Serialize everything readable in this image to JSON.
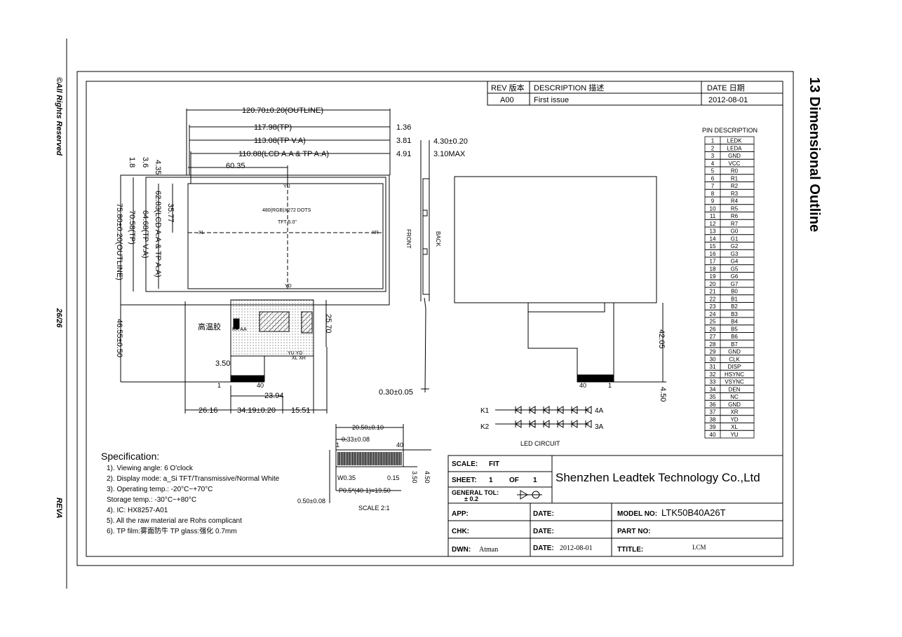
{
  "side": {
    "rights": "©All Rights Reserved",
    "page": "26/26",
    "rev": "REVA"
  },
  "section_title": "13 Dimensional Outline",
  "rev_table": {
    "h_rev": "REV 版本",
    "h_desc": "DESCRIPTION 描述",
    "h_date": "DATE 日期",
    "rev": "A00",
    "desc": "First issue",
    "date": "2012-08-01"
  },
  "dims": {
    "outline_w": "120.70±0.20(OUTLINE)",
    "tp": "117.98(TP)",
    "tp_va": "113.08(TP V.A)",
    "lcd_aa": "110.88(LCD A.A & TP A.A)",
    "d1_36": "1.36",
    "d3_81": "3.81",
    "d4_91": "4.91",
    "d60_35": "60.35",
    "outline_h": "75.80±0.20(OUTLINE)",
    "h70_58": "70.58(TP)",
    "h64_68": "64.68(TP V.A)",
    "h62_83": "62.83(LCD A.A & TP A.A)",
    "h35_77": "35.77",
    "h4_35": "4.35",
    "h3_6": "3.6",
    "h1_8": "1.8",
    "h46_55": "46.55±0.50",
    "h3_50": "3.50",
    "h25_70": "25.70",
    "w23_94": "23.94",
    "w26_16": "26.16",
    "w34_19": "34.19±0.20",
    "w15_51": "15.51",
    "t4_30": "4.30±0.20",
    "t3_10": "3.10MAX",
    "t0_30": "0.30±0.05",
    "r42_05": "42.05",
    "r4_50": "4.50"
  },
  "panel": {
    "yu": "YU",
    "yd": "YD",
    "xl": "XL",
    "xr": "XR",
    "res": "480(RGB)X272 DOTS",
    "tft": "TFT 5.0\"",
    "front": "FRONT",
    "back": "BACK",
    "label_cn": "高温胶",
    "yuyd": "YU YD",
    "xlxr": "XL XR",
    "kraa": "KR AA",
    "p1": "1",
    "p40": "40",
    "rp40": "40",
    "rp1": "1"
  },
  "pins": {
    "title": "PIN DESCRIPTION",
    "rows": [
      [
        "1",
        "LEDK"
      ],
      [
        "2",
        "LEDA"
      ],
      [
        "3",
        "GND"
      ],
      [
        "4",
        "VCC"
      ],
      [
        "5",
        "R0"
      ],
      [
        "6",
        "R1"
      ],
      [
        "7",
        "R2"
      ],
      [
        "8",
        "R3"
      ],
      [
        "9",
        "R4"
      ],
      [
        "10",
        "R5"
      ],
      [
        "11",
        "R6"
      ],
      [
        "12",
        "R7"
      ],
      [
        "13",
        "G0"
      ],
      [
        "14",
        "G1"
      ],
      [
        "15",
        "G2"
      ],
      [
        "16",
        "G3"
      ],
      [
        "17",
        "G4"
      ],
      [
        "18",
        "G5"
      ],
      [
        "19",
        "G6"
      ],
      [
        "20",
        "G7"
      ],
      [
        "21",
        "B0"
      ],
      [
        "22",
        "B1"
      ],
      [
        "23",
        "B2"
      ],
      [
        "24",
        "B3"
      ],
      [
        "25",
        "B4"
      ],
      [
        "26",
        "B5"
      ],
      [
        "27",
        "B6"
      ],
      [
        "28",
        "B7"
      ],
      [
        "29",
        "GND"
      ],
      [
        "30",
        "CLK"
      ],
      [
        "31",
        "DISP"
      ],
      [
        "32",
        "HSYNC"
      ],
      [
        "33",
        "VSYNC"
      ],
      [
        "34",
        "DEN"
      ],
      [
        "35",
        "NC"
      ],
      [
        "36",
        "GND"
      ],
      [
        "37",
        "XR"
      ],
      [
        "38",
        "YD"
      ],
      [
        "39",
        "XL"
      ],
      [
        "40",
        "YU"
      ]
    ]
  },
  "led": {
    "k1": "K1",
    "k2": "K2",
    "a4": "4A",
    "a3": "3A",
    "title": "LED CIRCUIT"
  },
  "fpc": {
    "w": "20.50±0.10",
    "pitch_w": "0.33±0.08",
    "n1": "1",
    "n40": "40",
    "w035": "W0.35",
    "w015": "0.15",
    "pitch": "P0.5*(40-1)=19.50",
    "d050": "0.50±0.08",
    "h350": "3.50",
    "h450": "4.50",
    "scale": "SCALE 2:1"
  },
  "spec": {
    "title": "Specification:",
    "lines": [
      "1). Viewing angle: 6 O'clock",
      "2). Display mode: a_Si TFT/Transmissive/Normal White",
      "3). Operating temp.: -20°C~+70°C",
      "     Storage temp.: -30°C~+80°C",
      "4). IC: HX8257-A01",
      "5). All the raw material are Rohs complicant",
      "6). TP film:雾面防牛    TP glass:强化  0.7mm"
    ]
  },
  "titleblock": {
    "scale_l": "SCALE:",
    "scale_v": "FIT",
    "sheet_l": "SHEET:",
    "sheet_v1": "1",
    "of": "OF",
    "sheet_v2": "1",
    "gtol_l": "GENERAL TOL:",
    "gtol_v": "± 0.2",
    "company": "Shenzhen Leadtek Technology Co.,Ltd",
    "app": "APP:",
    "date1": "DATE:",
    "model_l": "MODEL NO:",
    "model_v": "LTK50B40A26T",
    "chk": "CHK:",
    "date2": "DATE:",
    "part_l": "PART NO:",
    "dwn_l": "DWN:",
    "dwn_v": "Atman",
    "date3": "DATE:",
    "date3_v": "2012-08-01",
    "ttitle_l": "TTITLE:",
    "ttitle_v": "LCM"
  }
}
